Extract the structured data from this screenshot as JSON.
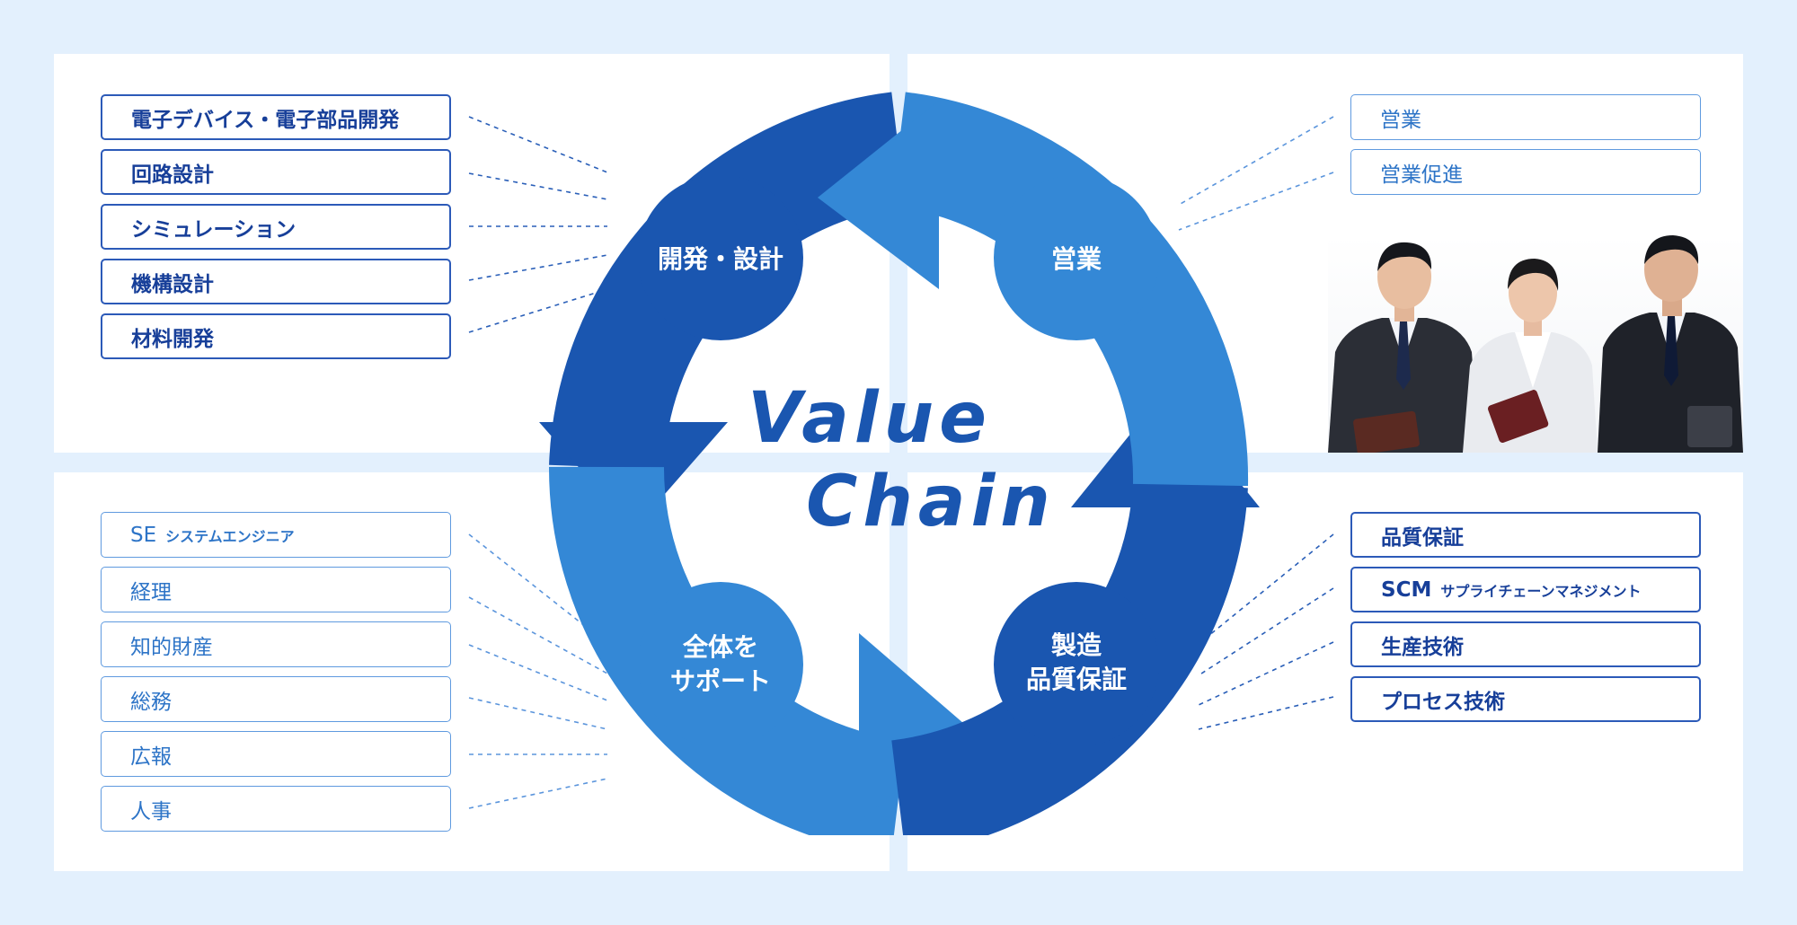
{
  "diagram": {
    "center_title_line1": "Value",
    "center_title_line2": "Chain",
    "nodes": {
      "dev": "開発・設計",
      "sales": "営業",
      "support_line1": "全体を",
      "support_line2": "サポート",
      "mfg_line1": "製造",
      "mfg_line2": "品質保証"
    }
  },
  "lists": {
    "dev": [
      "電子デバイス・電子部品開発",
      "回路設計",
      "シミュレーション",
      "機構設計",
      "材料開発"
    ],
    "sales": [
      "営業",
      "営業促進"
    ],
    "support": [
      {
        "main": "SE",
        "sub": "システムエンジニア"
      },
      {
        "main": "経理"
      },
      {
        "main": "知的財産"
      },
      {
        "main": "総務"
      },
      {
        "main": "広報"
      },
      {
        "main": "人事"
      }
    ],
    "mfg": [
      {
        "main": "品質保証"
      },
      {
        "main": "SCM",
        "sub": "サプライチェーンマネジメント"
      },
      {
        "main": "生産技術"
      },
      {
        "main": "プロセス技術"
      }
    ]
  },
  "colors": {
    "background": "#e3f0fd",
    "panel": "#ffffff",
    "dark_blue": "#1a56b0",
    "mid_blue": "#3488d6",
    "text_dark": "#173f99",
    "text_light": "#2d74c7"
  }
}
